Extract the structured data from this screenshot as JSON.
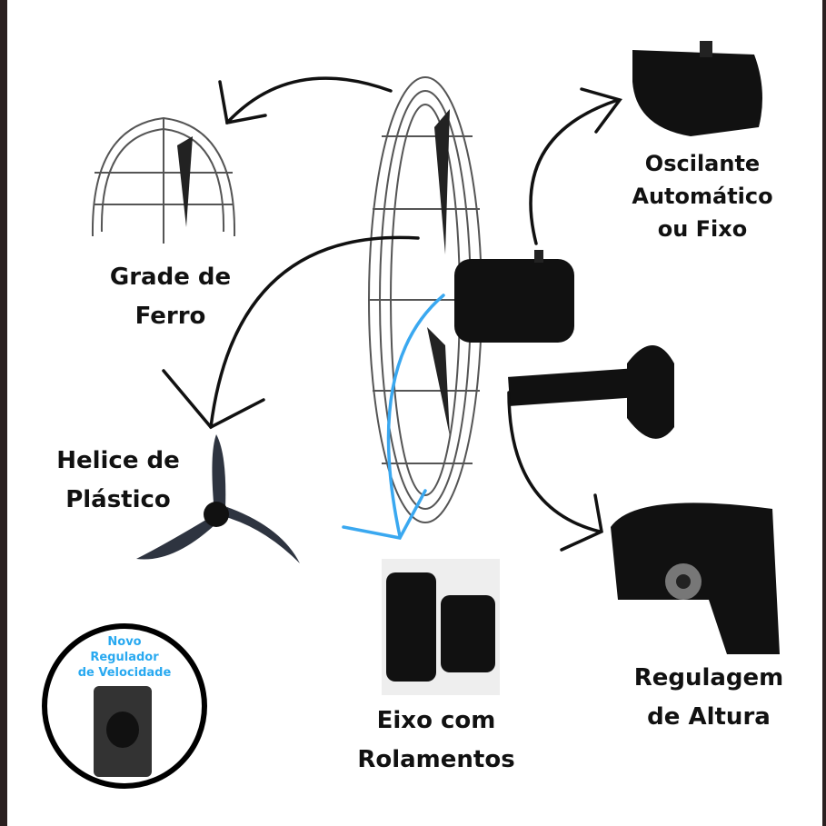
{
  "labels": {
    "grade": [
      "Grade de",
      "Ferro"
    ],
    "oscilante": [
      "Oscilante",
      "Automático",
      "ou Fixo"
    ],
    "helice": [
      "Helice de",
      "Plástico"
    ],
    "eixo": [
      "Eixo com",
      "Rolamentos"
    ],
    "regulagem": [
      "Regulagem",
      "de Altura"
    ]
  },
  "regulator": {
    "lines": [
      "Novo",
      "Regulador",
      "de Velocidade"
    ]
  },
  "colors": {
    "arrow_black": "#111111",
    "arrow_blue": "#3aa8f0",
    "regulator_text": "#29a9f0"
  }
}
